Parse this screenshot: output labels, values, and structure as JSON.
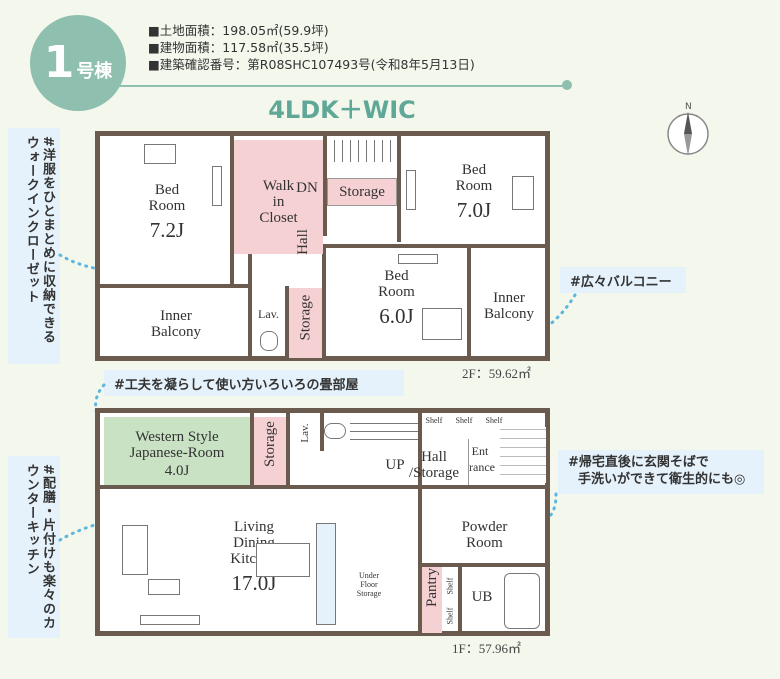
{
  "badge": {
    "number": "1",
    "unit": "号棟"
  },
  "info": {
    "line1": "■土地面積：198.05㎡(59.9坪)",
    "line2": "■建物面積：117.58㎡(35.5坪)",
    "line3": "■建築確認番号：第R08SHC107493号(令和8年5月13日)"
  },
  "layout_title": "4LDK＋WIC",
  "compass_label": "N",
  "notes": {
    "wic": "#洋服をひとまとめに収納できるウォークインクローゼット",
    "balcony": "#広々バルコニー",
    "tatami": "#工夫を凝らして使い方いろいろの畳部屋",
    "counter": "#配膳・片付けも楽々のカウンターキッチン",
    "entrance_l1": "#帰宅直後に玄関そばで",
    "entrance_l2": "手洗いができて衛生的にも◎"
  },
  "floor2": {
    "area": "2F：59.62㎡",
    "bed1": {
      "label1": "Bed",
      "label2": "Room",
      "size": "7.2J"
    },
    "wic": {
      "l1": "Walk",
      "l2": "in",
      "l3": "Closet"
    },
    "dn": "DN",
    "storage_top": "Storage",
    "hall": "Hall",
    "bed2": {
      "label1": "Bed",
      "label2": "Room",
      "size": "7.0J"
    },
    "inner_balcony_left": {
      "l1": "Inner",
      "l2": "Balcony"
    },
    "lav": "Lav.",
    "storage_mid": "Storage",
    "bed3": {
      "label1": "Bed",
      "label2": "Room",
      "size": "6.0J"
    },
    "inner_balcony_right": {
      "l1": "Inner",
      "l2": "Balcony"
    }
  },
  "floor1": {
    "area": "1F：57.96㎡",
    "western": {
      "l1": "Western Style",
      "l2": "Japanese-Room",
      "size": "4.0J"
    },
    "storage": "Storage",
    "lav": "Lav.",
    "up": "UP",
    "hall_storage": {
      "l1": "Hall",
      "l2": "/Storage"
    },
    "entrance": {
      "l1": "Ent",
      "l2": "rance"
    },
    "shelf": "Shelf",
    "ldk": {
      "l1": "Living",
      "l2": "Dining",
      "l3": "Kitchen",
      "size": "17.0J"
    },
    "underfloor": {
      "l1": "Under",
      "l2": "Floor",
      "l3": "Storage"
    },
    "powder": {
      "l1": "Powder",
      "l2": "Room"
    },
    "pantry": "Pantry",
    "ub": "UB"
  }
}
